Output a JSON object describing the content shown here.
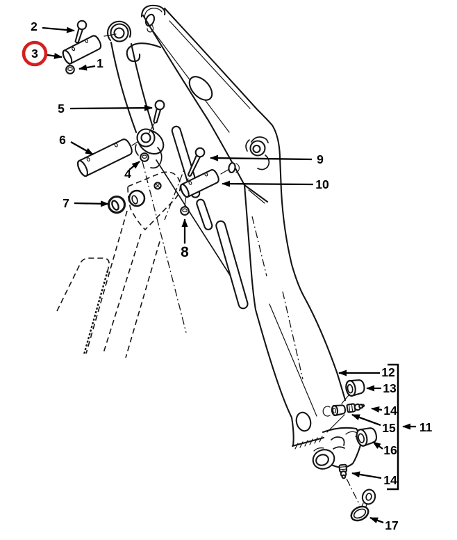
{
  "diagram": {
    "kind": "exploded-parts-line-drawing",
    "background_color": "#ffffff",
    "ink_color": "#141414",
    "highlight": {
      "circled_callout": "3",
      "circle_color": "#d42020"
    },
    "callouts": [
      {
        "label": "1"
      },
      {
        "label": "2"
      },
      {
        "label": "3"
      },
      {
        "label": "4"
      },
      {
        "label": "5"
      },
      {
        "label": "6"
      },
      {
        "label": "7"
      },
      {
        "label": "8"
      },
      {
        "label": "9"
      },
      {
        "label": "10"
      },
      {
        "label": "11"
      },
      {
        "label": "12"
      },
      {
        "label": "13"
      },
      {
        "label": "14"
      },
      {
        "label": "15"
      },
      {
        "label": "16"
      },
      {
        "label": "14"
      },
      {
        "label": "17"
      }
    ],
    "bracket_group": {
      "label": "11",
      "members": [
        "12",
        "13",
        "14",
        "15",
        "16"
      ]
    }
  }
}
